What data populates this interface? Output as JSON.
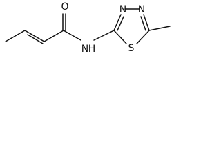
{
  "molecule": {
    "atom_labels": {
      "carbonyl_oxygen": "O",
      "amide_nitrogen": "N",
      "amide_hydrogen": "H",
      "ring_nitrogen_1": "N",
      "ring_nitrogen_2": "N",
      "ring_sulfur": "S"
    }
  },
  "colors": {
    "ink": "#111111",
    "background": "#ffffff"
  }
}
